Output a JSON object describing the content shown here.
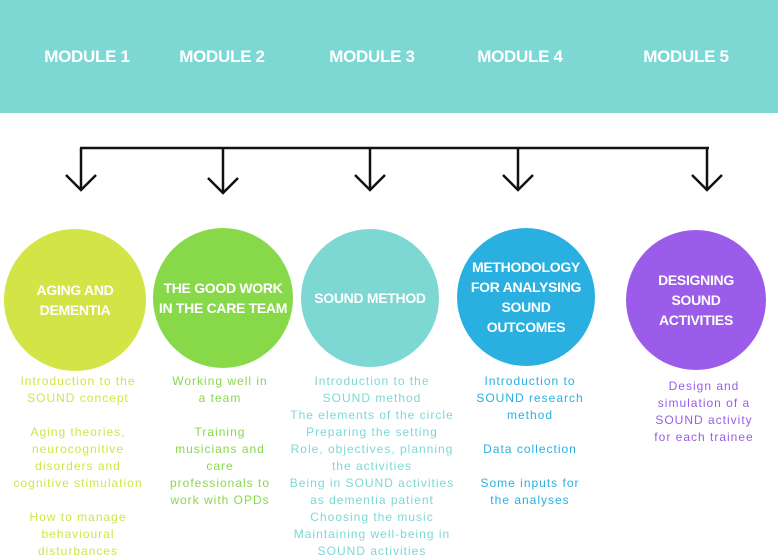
{
  "modules": [
    {
      "label": "MODULE 1"
    },
    {
      "label": "MODULE 2"
    },
    {
      "label": "MODULE 3"
    },
    {
      "label": "MODULE 4"
    },
    {
      "label": "MODULE 5"
    }
  ],
  "circles": [
    {
      "title": "AGING AND\nDEMENTIA",
      "color": "#d3e447"
    },
    {
      "title": "THE GOOD WORK\nIN THE CARE TEAM",
      "color": "#88d94a"
    },
    {
      "title": "SOUND METHOD",
      "color": "#7dd8d4"
    },
    {
      "title": "METHODOLOGY\nFOR ANALYSING\nSOUND\nOUTCOMES",
      "color": "#29b0e0"
    },
    {
      "title": "DESIGNING\nSOUND\nACTIVITIES",
      "color": "#9b5cea"
    }
  ],
  "descriptions": [
    {
      "color": "#d3e447",
      "lines": [
        "Introduction to the",
        "SOUND concept",
        "",
        "Aging theories,",
        "neurocognitive",
        "disorders and",
        "cognitive stimulation",
        "",
        "How to manage",
        "behavioural",
        "disturbances"
      ]
    },
    {
      "color": "#88d94a",
      "lines": [
        "Working well in",
        "a team",
        "",
        "Training",
        "musicians and",
        "care",
        "professionals to",
        "work with OPDs"
      ]
    },
    {
      "color": "#7dd8d4",
      "lines": [
        "Introduction to the",
        "SOUND method",
        "The elements of the circle",
        "Preparing the setting",
        "Role, objectives, planning",
        "the activities",
        "Being in SOUND activities",
        "as dementia patient",
        "Choosing the music",
        "Maintaining well-being in",
        "SOUND activities"
      ]
    },
    {
      "color": "#29b0e0",
      "lines": [
        "Introduction to",
        "SOUND research",
        "method",
        "",
        "Data collection",
        "",
        "Some inputs for",
        "the analyses"
      ]
    },
    {
      "color": "#9b5cea",
      "lines": [
        "Design and",
        "simulation of a",
        "SOUND activity",
        "for each trainee"
      ]
    }
  ]
}
